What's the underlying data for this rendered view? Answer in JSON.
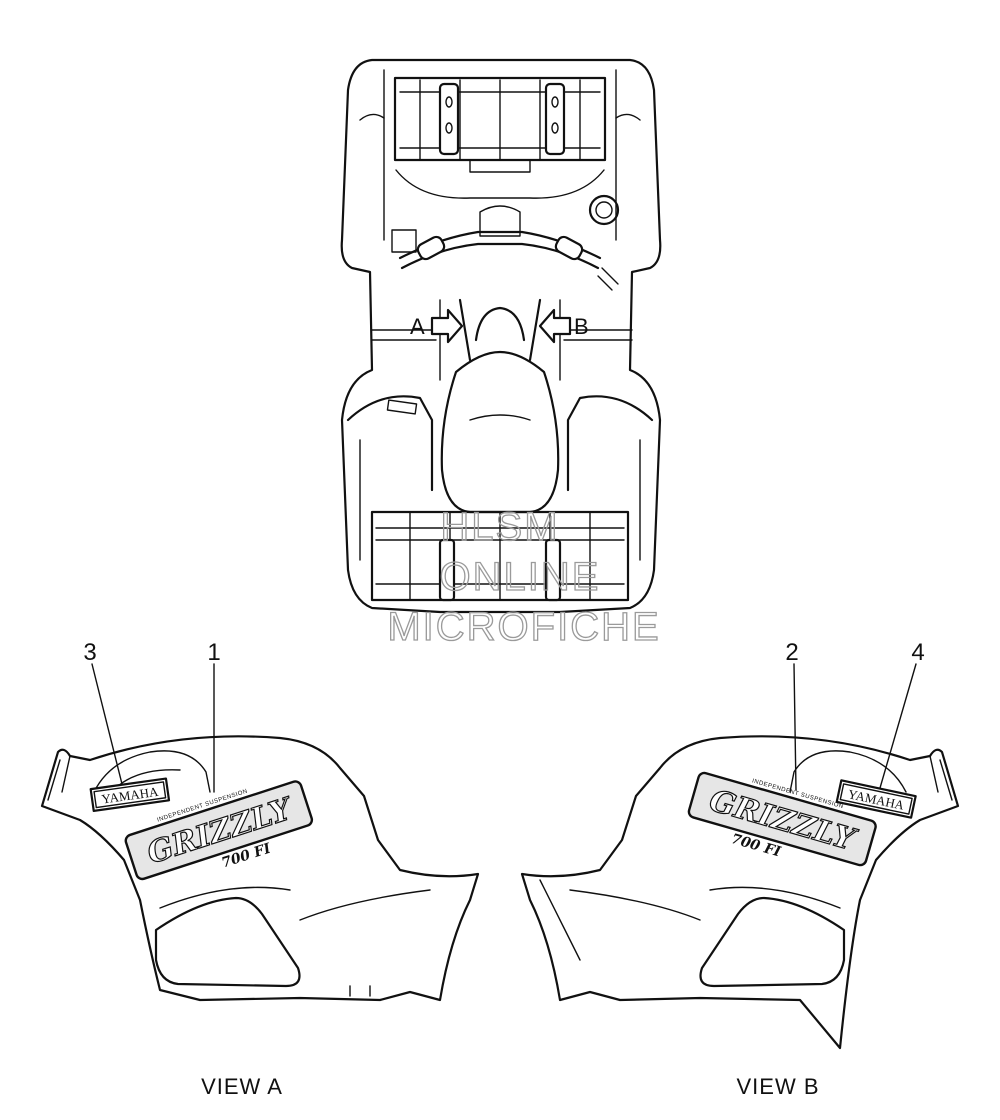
{
  "views": {
    "a": {
      "label": "VIEW A",
      "arrow_label": "A"
    },
    "b": {
      "label": "VIEW B",
      "arrow_label": "B"
    }
  },
  "callouts": {
    "c1": "1",
    "c2": "2",
    "c3": "3",
    "c4": "4"
  },
  "decals": {
    "brand": "YAMAHA",
    "model_script": "GRIZZLY",
    "model_number": "700 FI",
    "subtitle": "INDEPENDENT SUSPENSION"
  },
  "watermark": {
    "line1": "HLSM",
    "line2": "ONLINE",
    "line3": "MICROFICHE"
  }
}
